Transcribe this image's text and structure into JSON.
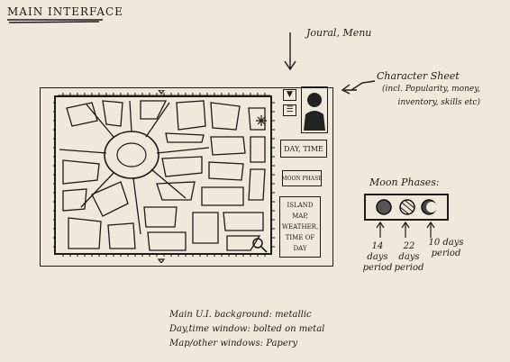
{
  "sketch": {
    "title": "MAIN INTERFACE",
    "journal_label": "Joural, Menu",
    "character_sheet": {
      "title": "Character Sheet",
      "detail": "(incl. Popularity, money,\ninventory, skills etc)"
    },
    "panels": {
      "day_time": "DAY, TIME",
      "moon_phase": "MOON PHASE",
      "island_info": "ISLAND\nMAP,\nWEATHER,\nTIME OF\nDAY"
    },
    "moon_phases": {
      "title": "Moon Phases:",
      "periods": [
        {
          "days": "14",
          "unit": "days",
          "label": "period"
        },
        {
          "days": "22",
          "unit": "days",
          "label": "period"
        },
        {
          "days": "10",
          "unit": "days",
          "label": "period"
        }
      ]
    },
    "notes": [
      "Main U.I. background: metallic",
      "Day,time window: bolted on metal",
      "Map/other windows: Papery"
    ],
    "icons": {
      "journal": "journal-icon",
      "menu": "menu-icon",
      "avatar": "character-avatar-icon",
      "zoom": "magnifier-icon",
      "compass": "compass-rose-icon"
    }
  }
}
